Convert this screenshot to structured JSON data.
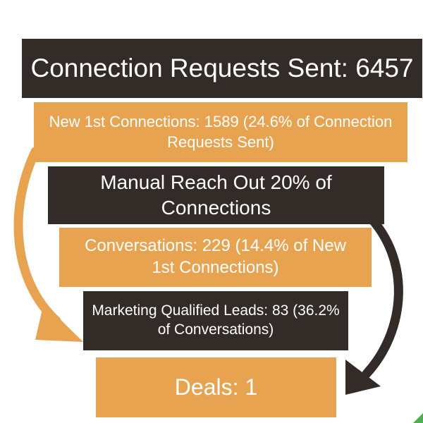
{
  "funnel": {
    "stages": [
      {
        "label": "Connection Requests Sent: 6457"
      },
      {
        "label": "New 1st Connections: 1589 (24.6% of Connection Requests Sent)"
      },
      {
        "label": "Manual Reach Out 20% of Connections"
      },
      {
        "label": "Conversations: 229 (14.4% of New 1st Connections)"
      },
      {
        "label": "Marketing Qualified Leads: 83 (36.2% of Conversations)"
      },
      {
        "label": "Deals: 1"
      }
    ]
  },
  "colors": {
    "dark": "#332b27",
    "gold": "#e8a350",
    "text": "#ffffff",
    "background": "#ffffff",
    "corner_accent": "#4caf50"
  }
}
